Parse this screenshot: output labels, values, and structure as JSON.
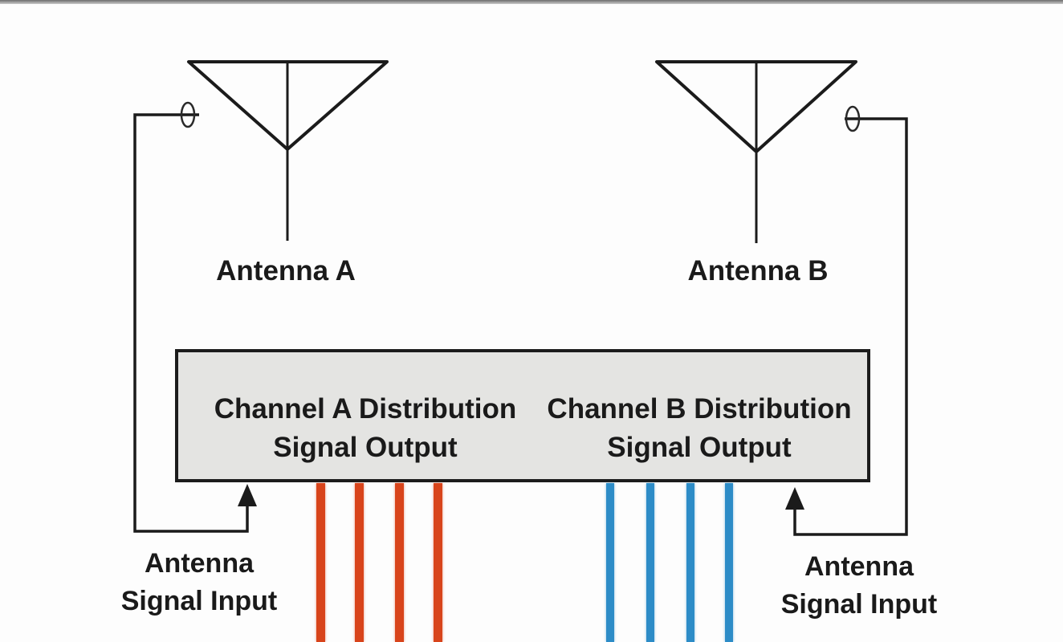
{
  "diagram": {
    "antennas": [
      {
        "id": "A",
        "label": "Antenna A"
      },
      {
        "id": "B",
        "label": "Antenna B"
      }
    ],
    "distribution_box": {
      "fill_color": "#e4e4e2",
      "border_color": "#1c1c1c",
      "channels": [
        {
          "id": "A",
          "label_line1": "Channel A Distribution",
          "label_line2": "Signal Output",
          "cable_color": "#d8441b",
          "cable_count": 4
        },
        {
          "id": "B",
          "label_line1": "Channel B Distribution",
          "label_line2": "Signal Output",
          "cable_color": "#2d8cc7",
          "cable_count": 4
        }
      ]
    },
    "inputs": [
      {
        "side": "left",
        "label_line1": "Antenna",
        "label_line2": "Signal Input"
      },
      {
        "side": "right",
        "label_line1": "Antenna",
        "label_line2": "Signal Input"
      }
    ],
    "line_color": "#1b1b1b",
    "text_color": "#1a1a1a"
  }
}
